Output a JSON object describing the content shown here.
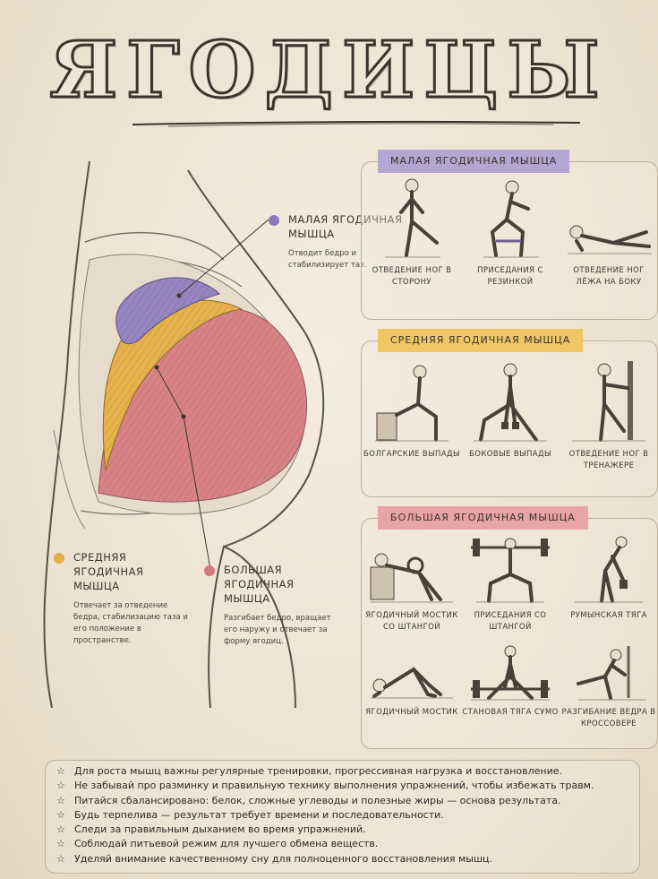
{
  "title": "ЯГОДИЦЫ",
  "muscles": {
    "minor": {
      "name": "МАЛАЯ ЯГОДИЧНАЯ МЫШЦА",
      "desc": "Отводит бедро и стабилизирует таз.",
      "color": "#8d7bb8"
    },
    "medius": {
      "name": "СРЕДНЯЯ ЯГОДИЧНАЯ МЫШЦА",
      "desc": "Отвечает за отведение бедра, стабилизацию таза и его положение в пространстве.",
      "color": "#e2b04a"
    },
    "maximus": {
      "name": "БОЛЬШАЯ ЯГОДИЧНАЯ МЫШЦА",
      "desc": "Разгибает бедро, вращает его наружу и отвечает за форму ягодиц.",
      "color": "#d07a7e"
    }
  },
  "sections": [
    {
      "title": "МАЛАЯ ЯГОДИЧНАЯ МЫШЦА",
      "color": "#a597c9",
      "exercises": [
        {
          "name": "ОТВЕДЕНИЕ НОГ В СТОРОНУ",
          "icon": "side-leg-raise-icon"
        },
        {
          "name": "ПРИСЕДАНИЯ С РЕЗИНКОЙ",
          "icon": "band-squat-icon"
        },
        {
          "name": "ОТВЕДЕНИЕ НОГ ЛЁЖА НА БОКУ",
          "icon": "side-lying-raise-icon"
        }
      ]
    },
    {
      "title": "СРЕДНЯЯ ЯГОДИЧНАЯ МЫШЦА",
      "color": "#ebc15d",
      "exercises": [
        {
          "name": "БОЛГАРСКИЕ ВЫПАДЫ",
          "icon": "bulgarian-lunge-icon"
        },
        {
          "name": "БОКОВЫЕ ВЫПАДЫ",
          "icon": "side-lunge-icon"
        },
        {
          "name": "ОТВЕДЕНИЕ НОГ В ТРЕНАЖЕРЕ",
          "icon": "machine-abduction-icon"
        }
      ]
    },
    {
      "title": "БОЛЬШАЯ ЯГОДИЧНАЯ МЫШЦА",
      "color": "#e09a9b",
      "exercises": [
        {
          "name": "ЯГОДИЧНЫЙ МОСТИК СО ШТАНГОЙ",
          "icon": "barbell-hip-thrust-icon"
        },
        {
          "name": "ПРИСЕДАНИЯ СО ШТАНГОЙ",
          "icon": "barbell-squat-icon"
        },
        {
          "name": "РУМЫНСКАЯ ТЯГА",
          "icon": "romanian-deadlift-icon"
        },
        {
          "name": "ЯГОДИЧНЫЙ МОСТИК",
          "icon": "glute-bridge-icon"
        },
        {
          "name": "СТАНОВАЯ ТЯГА СУМО",
          "icon": "sumo-deadlift-icon"
        },
        {
          "name": "РАЗГИБАНИЕ ВЕДРА В КРОССОВЕРЕ",
          "icon": "cable-kickback-icon"
        }
      ]
    }
  ],
  "tips": [
    "Для роста мышц важны регулярные тренировки, прогрессивная нагрузка и восстановление.",
    "Не забывай про разминку и правильную технику выполнения упражнений, чтобы избежать травм.",
    "Питайся сбалансировано: белок, сложные углеводы и полезные жиры — основа результата.",
    "Будь терпелива — результат требует времени и последовательности.",
    "Следи за правильным дыханием во время упражнений.",
    "Соблюдай питьевой режим для лучшего обмена веществ.",
    "Уделяй внимание качественному сну для полноценного восстановления мышц."
  ],
  "tip_symbol": "☆"
}
